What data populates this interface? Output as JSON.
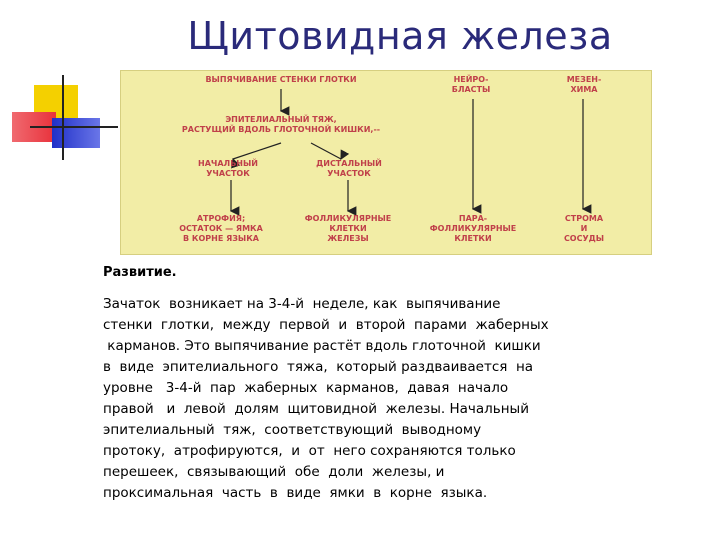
{
  "title": "Щитовидная железа",
  "diagram": {
    "nodes": {
      "outpouching": [
        "ВЫПЯЧИВАНИЕ СТЕНКИ ГЛОТКИ"
      ],
      "epithelial_cord": [
        "ЭПИТЕЛИАЛЬНЫЙ ТЯЖ,",
        "РАСТУЩИЙ ВДОЛЬ ГЛОТОЧНОЙ КИШКИ,--"
      ],
      "initial_part": [
        "НАЧАЛЬНЫЙ",
        "УЧАСТОК"
      ],
      "distal_part": [
        "ДИСТАЛЬНЫЙ",
        "УЧАСТОК"
      ],
      "atrophy": [
        "АТРОФИЯ;",
        "ОСТАТОК — ЯМКА",
        "В КОРНЕ ЯЗЫКА"
      ],
      "follicular": [
        "ФОЛЛИКУЛЯРНЫЕ",
        "КЛЕТКИ",
        "ЖЕЛЕЗЫ"
      ],
      "neuroblasts": [
        "НЕЙРО-",
        "БЛАСТЫ"
      ],
      "parafollicular": [
        "ПАРА-",
        "ФОЛЛИКУЛЯРНЫЕ",
        "КЛЕТКИ"
      ],
      "mesenchyme": [
        "МЕЗЕН-",
        "ХИМА"
      ],
      "stroma": [
        "СТРОМА",
        "И",
        "СОСУДЫ"
      ]
    }
  },
  "text": {
    "heading": "Развитие.",
    "lines": [
      "Зачаток  возникает на 3-4-й  неделе, как  выпячивание",
      "стенки  глотки,  между  первой  и  второй  парами  жаберных",
      " карманов. Это выпячивание растёт вдоль глоточной  кишки",
      "в  виде  эпителиального  тяжа,  который раздваивается  на",
      "уровне   3-4-й  пар  жаберных  карманов,  давая  начало",
      "правой   и  левой  долям  щитовидной  железы. Начальный",
      "эпителиальный  тяж,  соответствующий  выводному",
      "протоку,  атрофируются,  и  от  него сохраняются только",
      "перешеек,  связывающий  обе  доли  железы, и",
      "проксимальная  часть  в  виде  ямки  в  корне  языка."
    ]
  },
  "colors": {
    "title": "#2a2a7a",
    "panel": "#f2eda6",
    "label": "#c0404a",
    "arrow": "#222222",
    "deco_yellow": "#f4d000",
    "deco_red": "#e8303a",
    "deco_blue": "#2030c8"
  }
}
